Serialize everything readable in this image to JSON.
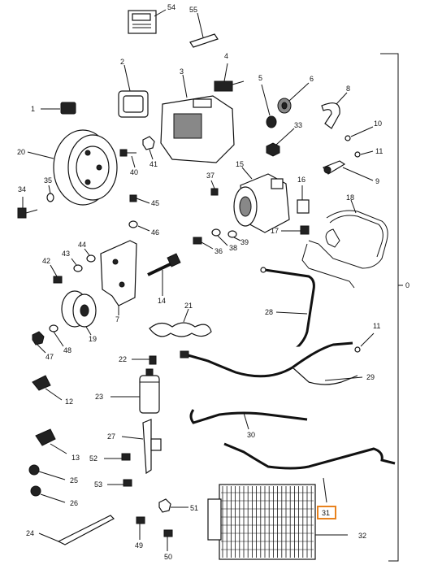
{
  "diagram": {
    "callouts": [
      "54",
      "55",
      "1",
      "2",
      "3",
      "4",
      "5",
      "6",
      "7",
      "8",
      "9",
      "10",
      "11",
      "11",
      "12",
      "13",
      "14",
      "15",
      "16",
      "17",
      "18",
      "19",
      "20",
      "21",
      "22",
      "23",
      "24",
      "25",
      "26",
      "27",
      "28",
      "29",
      "30",
      "31",
      "32",
      "33",
      "34",
      "35",
      "36",
      "37",
      "38",
      "39",
      "40",
      "41",
      "42",
      "43",
      "44",
      "45",
      "46",
      "47",
      "48",
      "49",
      "50",
      "51",
      "52",
      "53"
    ],
    "bracket_label": "0",
    "highlighted_callout": "31"
  },
  "colors": {
    "highlight": "#e8821e",
    "ink": "#111111"
  }
}
